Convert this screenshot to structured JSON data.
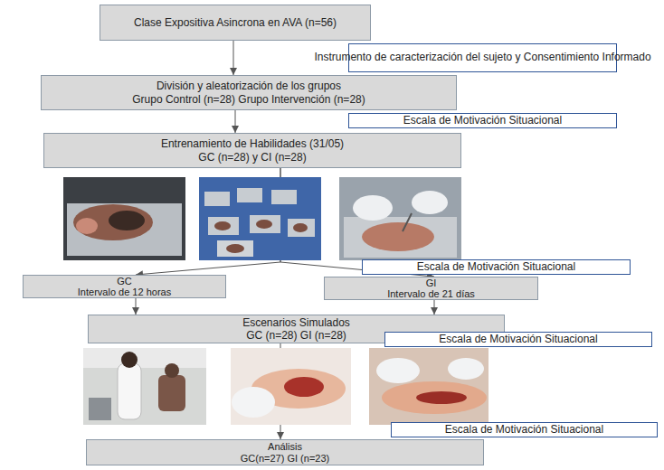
{
  "diagram": {
    "nodes": [
      {
        "text": [
          "Clase Expositiva Asincrona en AVA (n=56)"
        ]
      },
      {
        "text": [
          "Instrumento de caracterización del sujeto y Consentimiento Informado"
        ]
      },
      {
        "text": [
          "División y aleatorización de los grupos",
          "Grupo Control (n=28) Grupo Intervención (n=28)"
        ]
      },
      {
        "text": [
          "Escala de Motivación Situacional"
        ]
      },
      {
        "text": [
          "Entrenamiento de Habilidades (31/05)",
          "GC (n=28) y CI (n=28)"
        ]
      },
      {
        "text": [
          "Escala de Motivación Situacional"
        ]
      },
      {
        "text": [
          "GC",
          "Intervalo de 12 horas"
        ]
      },
      {
        "text": [
          "GI",
          "Intervalo de 21 días"
        ]
      },
      {
        "text": [
          "Escenarios Simulados",
          "GC (n=28)   GI (n=28)"
        ]
      },
      {
        "text": [
          "Escala de Motivación Situacional"
        ]
      },
      {
        "text": [
          "Escala de Motivación Situacional"
        ]
      },
      {
        "text": [
          "Análisis",
          "GC(n=27)  GI (n=23)"
        ]
      }
    ],
    "edges": [
      {
        "from": 0,
        "to": 2,
        "arrow": "to"
      },
      {
        "from": 2,
        "to": 4,
        "arrow": "to"
      },
      {
        "from": 4,
        "to": 6,
        "arrow": "to"
      },
      {
        "from": 4,
        "to": 7,
        "arrow": "to"
      },
      {
        "from": 6,
        "to": 8,
        "arrow": "to"
      },
      {
        "from": 7,
        "to": 8,
        "arrow": "to"
      },
      {
        "from": 8,
        "to": 11,
        "arrow": "to"
      }
    ]
  }
}
